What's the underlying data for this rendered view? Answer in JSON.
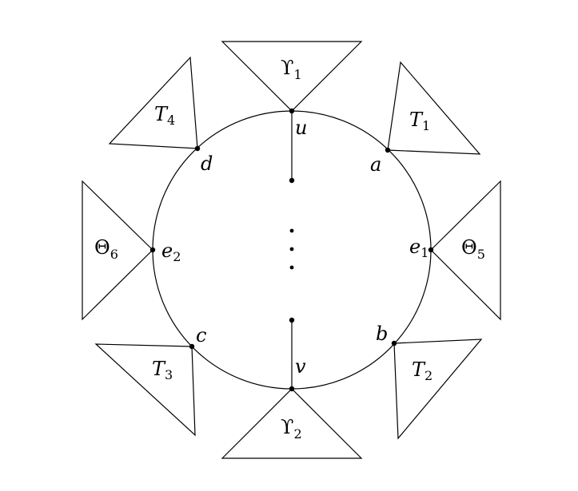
{
  "vertices": {
    "u": "u",
    "v": "v",
    "a": "a",
    "b": "b",
    "c": "c",
    "d": "d",
    "e1": {
      "main": "e",
      "sub": "1"
    },
    "e2": {
      "main": "e",
      "sub": "2"
    }
  },
  "subgraphs": {
    "upsilon1": {
      "main": "ϒ",
      "sub": "1"
    },
    "upsilon2": {
      "main": "ϒ",
      "sub": "2"
    },
    "theta5": {
      "main": "Θ",
      "sub": "5"
    },
    "theta6": {
      "main": "Θ",
      "sub": "6"
    },
    "t1": {
      "main": "T",
      "sub": "1"
    },
    "t2": {
      "main": "T",
      "sub": "2"
    },
    "t3": {
      "main": "T",
      "sub": "3"
    },
    "t4": {
      "main": "T",
      "sub": "4"
    }
  },
  "colors": {
    "stroke": "#000000",
    "background": "#ffffff"
  }
}
